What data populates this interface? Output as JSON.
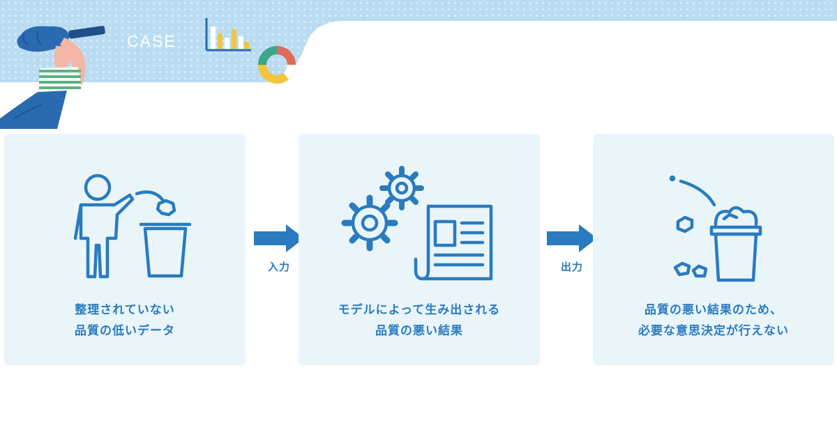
{
  "header": {
    "label": "CASE"
  },
  "colors": {
    "accent_blue": "#2a7bbf",
    "card_bg": "#e9f5f9",
    "banner_bg": "#b9dcf2"
  },
  "steps": [
    {
      "lines": [
        "整理されていない",
        "品質の低いデータ"
      ],
      "icon": "person-trash-icon"
    },
    {
      "lines": [
        "モデルによって生み出される",
        "品質の悪い結果"
      ],
      "icon": "gears-document-icon"
    },
    {
      "lines": [
        "品質の悪い結果のため、",
        "必要な意思決定が行えない"
      ],
      "icon": "overflowing-trash-icon"
    }
  ],
  "connectors": [
    {
      "label": "入力"
    },
    {
      "label": "出力"
    }
  ]
}
